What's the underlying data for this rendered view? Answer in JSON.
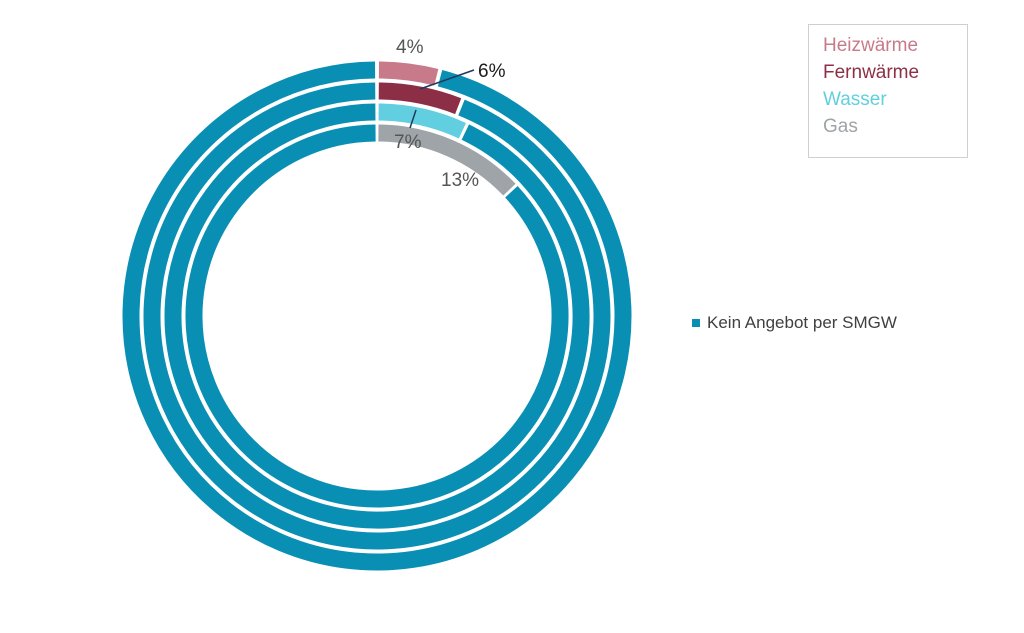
{
  "chart_data": {
    "type": "donut",
    "rings": [
      {
        "name": "Heizwärme",
        "value": 4,
        "label": "4%",
        "color": "#c97a8a"
      },
      {
        "name": "Fernwärme",
        "value": 6,
        "label": "6%",
        "color": "#8c2f46"
      },
      {
        "name": "Wasser",
        "value": 7,
        "label": "7%",
        "color": "#62cfe0"
      },
      {
        "name": "Gas",
        "value": 13,
        "label": "13%",
        "color": "#9ea4a8"
      }
    ],
    "remainder": {
      "name": "Kein Angebot per SMGW",
      "color": "#0a8fb4"
    },
    "label_colors": {
      "dark": "#1a1a1a",
      "muted": "#555555"
    }
  }
}
